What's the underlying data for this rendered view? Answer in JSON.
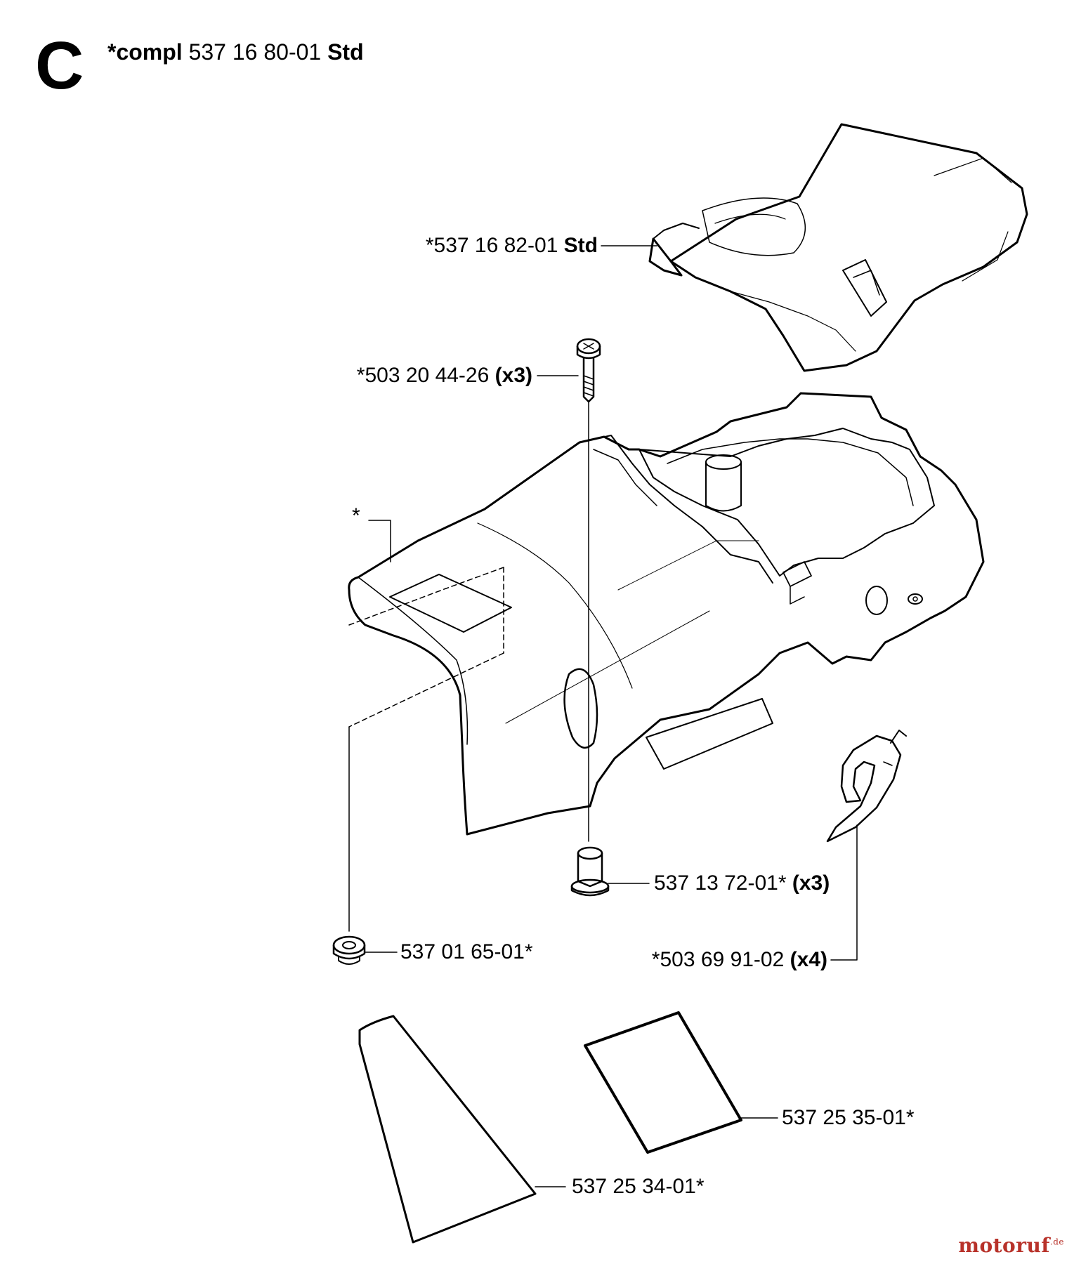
{
  "section": {
    "letter": "C"
  },
  "header": {
    "prefix": "*compl",
    "number": "537 16 80-01",
    "suffix": "Std"
  },
  "parts": [
    {
      "id": "top-cover",
      "number": "*537 16 82-01",
      "suffix": "Std"
    },
    {
      "id": "screw",
      "number": "*503 20 44-26",
      "suffix": "(x3)"
    },
    {
      "id": "cylinder-cover",
      "number": "*",
      "suffix": ""
    },
    {
      "id": "sleeve",
      "number": "537 13 72-01*",
      "suffix": "(x3)"
    },
    {
      "id": "rubber-grommet",
      "number": "537 01 65-01*",
      "suffix": ""
    },
    {
      "id": "clip",
      "number": "*503 69 91-02",
      "suffix": "(x4)"
    },
    {
      "id": "decal-rect",
      "number": "537 25 35-01*",
      "suffix": ""
    },
    {
      "id": "decal-trapezoid",
      "number": "537 25 34-01*",
      "suffix": ""
    }
  ],
  "watermark": {
    "text": "motoruf",
    "tld": ".de"
  },
  "colors": {
    "line": "#000000",
    "background": "#ffffff",
    "watermark": "#b8322a"
  }
}
